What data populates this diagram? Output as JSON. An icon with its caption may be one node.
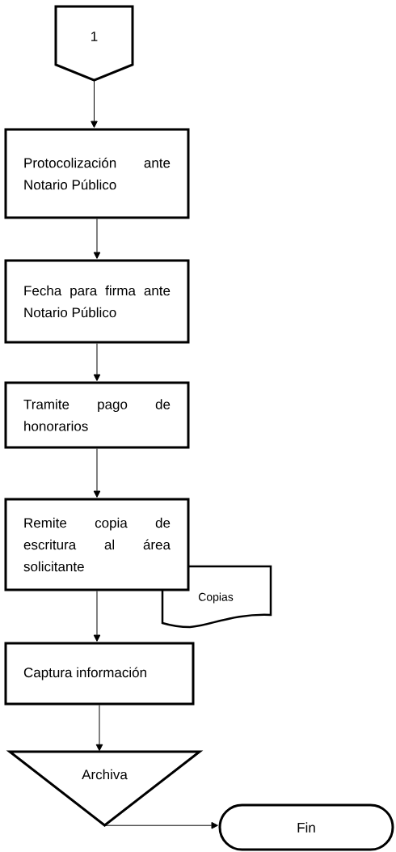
{
  "diagram": {
    "nodes": [
      {
        "text": [
          "1"
        ]
      },
      {
        "text": [
          "Protocolización ante Notario Público"
        ]
      },
      {
        "text": [
          "Fecha para firma ante Notario Público"
        ]
      },
      {
        "text": [
          "Tramite pago de honorarios"
        ]
      },
      {
        "text": [
          "Remite copia de escritura al área solicitante"
        ]
      },
      {
        "text": [
          "Copias"
        ]
      },
      {
        "text": [
          "Captura información"
        ]
      },
      {
        "text": [
          "Archiva"
        ]
      },
      {
        "text": [
          "Fin"
        ]
      }
    ],
    "edges": [
      {
        "from": 0,
        "to": 1,
        "arrow": "to"
      },
      {
        "from": 1,
        "to": 2,
        "arrow": "to"
      },
      {
        "from": 2,
        "to": 3,
        "arrow": "to"
      },
      {
        "from": 3,
        "to": 4,
        "arrow": "to"
      },
      {
        "from": 4,
        "to": 6,
        "arrow": "to"
      },
      {
        "from": 6,
        "to": 7,
        "arrow": "to"
      },
      {
        "from": 7,
        "to": 8,
        "arrow": "to"
      }
    ]
  }
}
